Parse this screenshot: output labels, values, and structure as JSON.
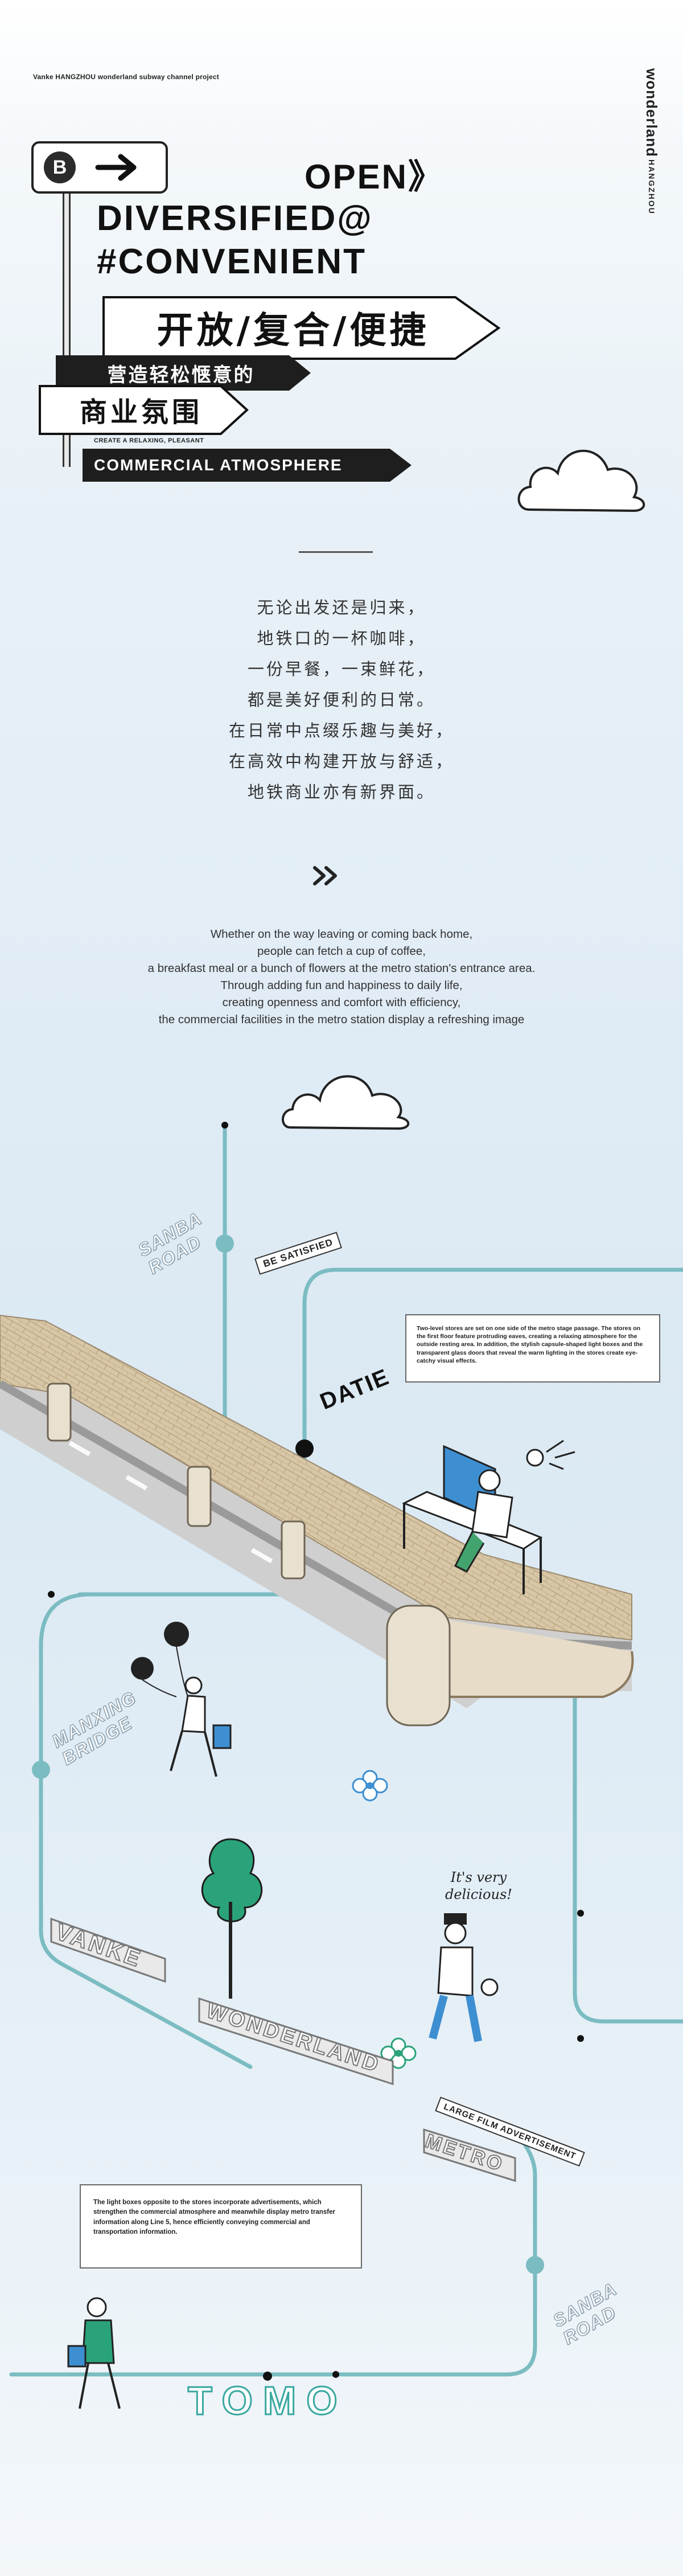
{
  "header": {
    "project": "Vanke HANGZHOU wonderland subway channel project",
    "brand_main": "wonderland",
    "brand_sub": "HANGZHOU"
  },
  "sign": {
    "letter": "B",
    "arrow": "arrow-right-icon"
  },
  "titles": {
    "open": "OPEN》",
    "line1": "DIVERSIFIED@",
    "line2": "#CONVENIENT",
    "cn_banner": "开放/复合/便捷",
    "cn_black": "营造轻松惬意的",
    "cn_white": "商业氛围",
    "en_small": "CREATE A RELAXING, PLEASANT",
    "en_black": "COMMERCIAL ATMOSPHERE"
  },
  "poem_cn": [
    "无论出发还是归来，",
    "地铁口的一杯咖啡，",
    "一份早餐，一束鲜花，",
    "都是美好便利的日常。",
    "在日常中点缀乐趣与美好，",
    "在高效中构建开放与舒适，",
    "地铁商业亦有新界面。"
  ],
  "chevron_icon": "double-chevron-right-icon",
  "para_en": [
    "Whether on the way leaving or coming back home,",
    "people can fetch a cup of coffee,",
    "a breakfast meal or a bunch of flowers at the metro station's entrance area.",
    "Through adding fun and happiness to daily life,",
    "creating openness and comfort with efficiency,",
    "the commercial facilities in the metro station display a refreshing image"
  ],
  "map": {
    "street_1": "SANBA\nROAD",
    "street_2": "MANXING\nBRIDGE",
    "street_3": "SANBA\nROAD",
    "tag_satisfied": "BE SATISFIED",
    "datie": "DATIE",
    "info_top": "Two-level stores are set on one side of the metro stage passage. The stores on the first floor feature protruding eaves, creating a relaxing atmosphere for the outside resting area. In addition, the stylish capsule-shaped light boxes and the transparent glass doors that reveal the warm lighting in the stores create eye-catchy visual effects.",
    "speech": "It's very\ndelicious!",
    "letters_1": "VANKE",
    "letters_2": "WONDERLAND",
    "letters_3": "METRO",
    "tag_film": "LARGE FILM ADVERTISEMENT",
    "info_bottom": "The light boxes opposite to the stores incorporate advertisements, which strengthen the commercial atmosphere and meanwhile display metro transfer information along Line 5, hence efficiently conveying commercial and transportation information.",
    "tomo": "TOMO"
  },
  "colors": {
    "accent_teal": "#6fb4b6",
    "route_line": "#7bbcc2",
    "dark": "#1e1e1e",
    "paving": "#d6c4a4"
  }
}
